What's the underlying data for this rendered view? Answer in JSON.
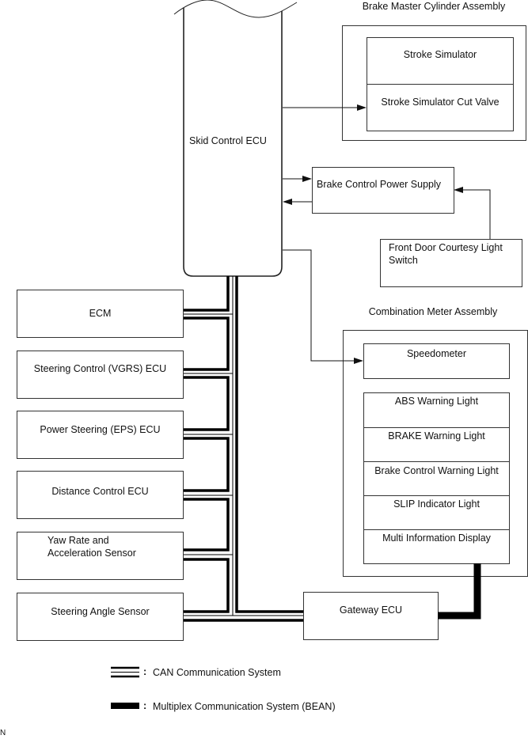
{
  "skid_control_ecu": {
    "label": "Skid Control ECU"
  },
  "brake_master_cylinder": {
    "title": "Brake Master Cylinder Assembly",
    "components": [
      "Stroke Simulator",
      "Stroke Simulator Cut Valve"
    ]
  },
  "brake_control_power_supply": {
    "label": "Brake Control Power Supply"
  },
  "front_door_switch": {
    "line1": "Front Door Courtesy Light",
    "line2": "Switch"
  },
  "combination_meter": {
    "title": "Combination Meter Assembly",
    "speedometer": "Speedometer",
    "indicators": [
      "ABS Warning Light",
      "BRAKE Warning Light",
      "Brake Control Warning Light",
      "SLIP Indicator Light",
      "Multi Information Display"
    ]
  },
  "can_modules": [
    {
      "label": "ECM"
    },
    {
      "label": "Steering Control (VGRS) ECU"
    },
    {
      "label": "Power Steering (EPS) ECU"
    },
    {
      "label": "Distance Control ECU"
    },
    {
      "label": "Yaw Rate and",
      "label2": "Acceleration Sensor"
    },
    {
      "label": "Steering Angle Sensor"
    }
  ],
  "gateway_ecu": {
    "label": "Gateway ECU"
  },
  "legend": {
    "separator": ":",
    "items": [
      {
        "symbol": "can-triple-line",
        "label": "CAN Communication System"
      },
      {
        "symbol": "multiplex-thick-bar",
        "label": "Multiplex Communication System (BEAN)"
      }
    ]
  },
  "footer_code": "N",
  "colors": {
    "line": "#111111",
    "border": "#333333",
    "background": "#ffffff"
  }
}
